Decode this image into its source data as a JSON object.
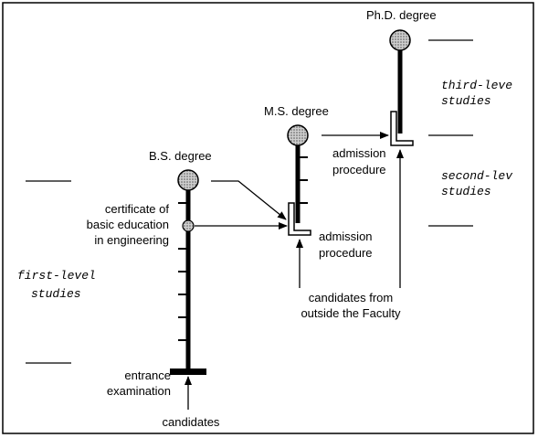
{
  "degrees": {
    "bs": "B.S. degree",
    "ms": "M.S. degree",
    "phd": "Ph.D. degree"
  },
  "certificate": [
    "certificate of",
    "basic education",
    "in engineering"
  ],
  "admission_ms": [
    "admission",
    "procedure"
  ],
  "admission_phd": [
    "admission",
    "procedure"
  ],
  "entrance": [
    "entrance",
    "examination"
  ],
  "candidates": "candidates",
  "outside_candidates": [
    "candidates from",
    "outside the Faculty"
  ],
  "levels": {
    "first": [
      "first-level",
      "studies"
    ],
    "second": [
      "second-lev",
      "studies"
    ],
    "third": [
      "third-leve",
      "studies"
    ]
  }
}
